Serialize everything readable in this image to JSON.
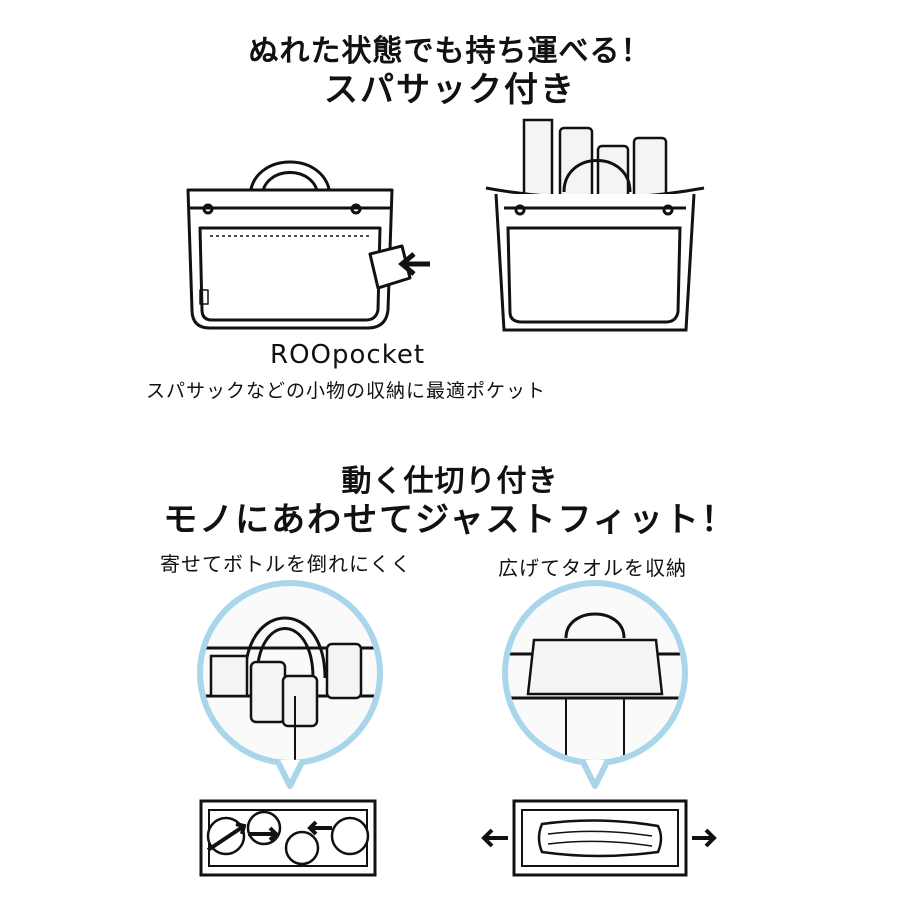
{
  "section1": {
    "heading_line1": "ぬれた状態でも持ち運べる！",
    "heading_line2": "スパサック付き",
    "brand_name": "ROOpocket",
    "brand_caption": "スパサックなどの小物の収納に最適ポケット"
  },
  "section2": {
    "heading_line1": "動く仕切り付き",
    "heading_line2": "モノにあわせてジャストフィット！",
    "left_caption": "寄せてボトルを倒れにくく",
    "right_caption": "広げてタオルを収納"
  },
  "colors": {
    "accent_circle": "#a9d6ea",
    "line": "#111111",
    "panel_gray": "#efefef"
  },
  "icons": {
    "left_bag": "tote-bag-with-pocket",
    "right_bag": "tote-bag-with-bottles",
    "arrows": "arrow-icon"
  }
}
